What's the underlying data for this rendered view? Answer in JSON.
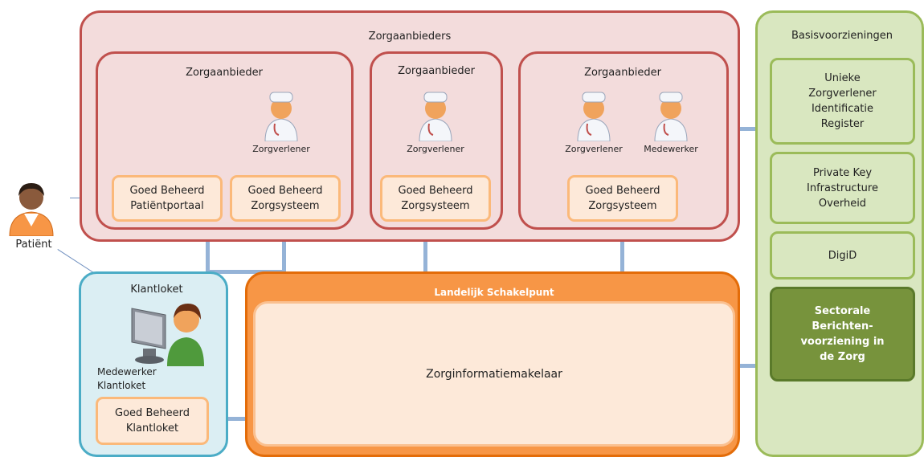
{
  "zorgaanbieders": {
    "title": "Zorgaanbieders",
    "providers": [
      {
        "title": "Zorgaanbieder",
        "people": [
          "Zorgverlener"
        ],
        "systems": [
          "Goed Beheerd Patiëntportaal",
          "Goed Beheerd Zorgsysteem"
        ]
      },
      {
        "title": "Zorgaanbieder",
        "people": [
          "Zorgverlener"
        ],
        "systems": [
          "Goed Beheerd Zorgsysteem"
        ]
      },
      {
        "title": "Zorgaanbieder",
        "people": [
          "Zorgverlener",
          "Medewerker"
        ],
        "systems": [
          "Goed Beheerd Zorgsysteem"
        ]
      }
    ]
  },
  "patient": {
    "label": "Patiënt"
  },
  "klantloket": {
    "title": "Klantloket",
    "person": "Medewerker Klantloket",
    "system": "Goed Beheerd Klantloket"
  },
  "landelijk_schakelpunt": {
    "title": "Landelijk Schakelpunt",
    "core": "Zorginformatiemakelaar"
  },
  "basisvoorzieningen": {
    "title": "Basisvoorzieningen",
    "items": [
      "Unieke Zorgverlener Identificatie Register",
      "Private Key Infrastructure Overheid",
      "DigiD",
      "Sectorale Berichten-voorziening in de Zorg"
    ]
  },
  "colors": {
    "provider_border": "#c0504d",
    "provider_fill": "#f3dcdc",
    "system_border": "#fbb97a",
    "lsp_fill": "#f79646",
    "basis_border": "#9bbb59",
    "klant_border": "#4bacc6",
    "connector": "#95b3d7"
  }
}
